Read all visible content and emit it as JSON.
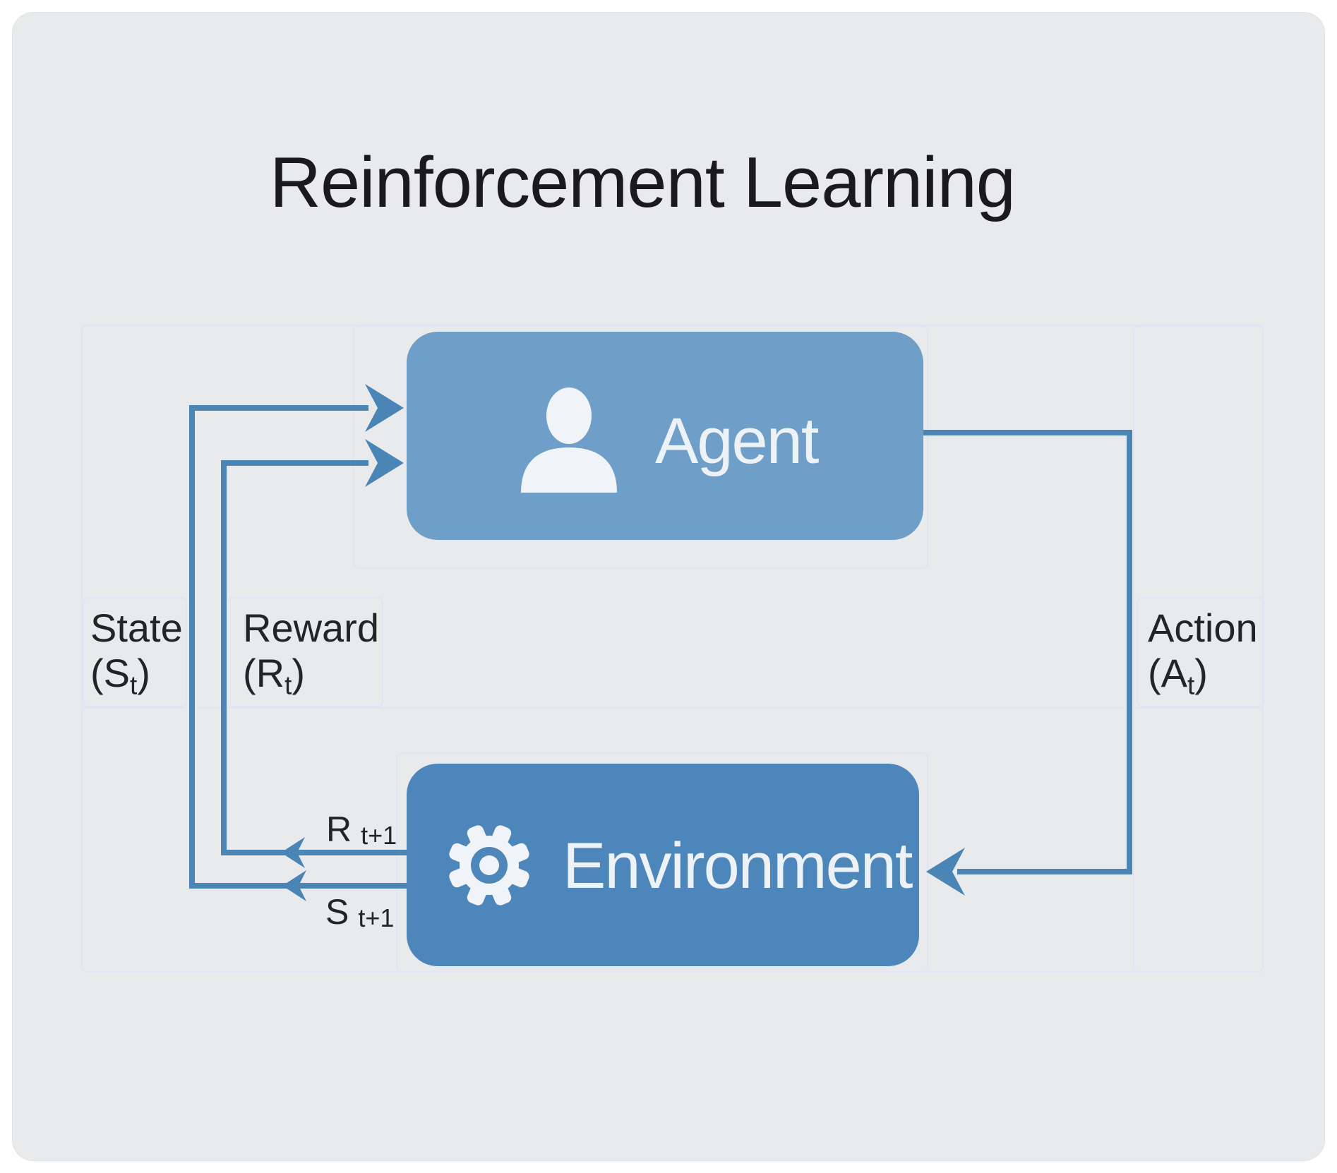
{
  "title": "Reinforcement Learning",
  "colors": {
    "card_bg": "#e9eaeb",
    "agent_fill": "#6f9fc8",
    "environment_fill": "#4d86ba",
    "edge_blue": "#4b85b6",
    "panel_border": "#e1e4f2",
    "title_text": "#1a1a1c",
    "label_text": "#232427",
    "node_text": "#edf2f7"
  },
  "nodes": {
    "agent": {
      "label": "Agent",
      "icon": "person-icon"
    },
    "environment": {
      "label": "Environment",
      "icon": "gear-icon"
    }
  },
  "edge_labels": {
    "state": {
      "name": "State",
      "open": "(",
      "symbol": "S",
      "sub": "t",
      "close": ")"
    },
    "reward": {
      "name": "Reward",
      "open": "(",
      "symbol": "R",
      "sub": "t",
      "close": ")"
    },
    "action": {
      "name": "Action",
      "open": "(",
      "symbol": "A",
      "sub": "t",
      "close": ")"
    },
    "reward_feedback": {
      "symbol": "R",
      "sub": "t+1"
    },
    "state_feedback": {
      "symbol": "S",
      "sub": "t+1"
    }
  }
}
